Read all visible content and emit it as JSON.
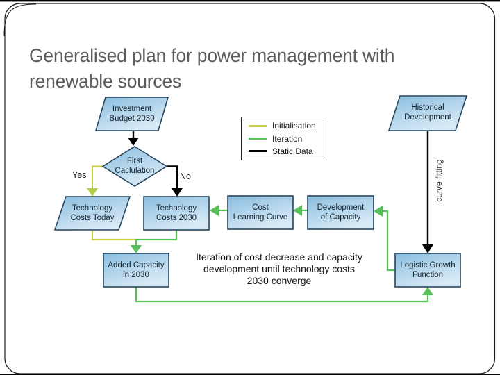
{
  "slide": {
    "title_line1": "Generalised plan for power management with",
    "title_line2": "renewable sources"
  },
  "legend": {
    "items": [
      {
        "label": "Initialisation",
        "color": "#ccd24f"
      },
      {
        "label": "Iteration",
        "color": "#57c05b"
      },
      {
        "label": "Static Data",
        "color": "#000000"
      }
    ]
  },
  "diagram": {
    "nodes": {
      "investment_budget": {
        "line1": "Investment",
        "line2": "Budget 2030",
        "shape": "parallelogram"
      },
      "first_calculation": {
        "line1": "First",
        "line2": "Caclulation",
        "shape": "diamond"
      },
      "historical_development": {
        "line1": "Historical",
        "line2": "Development",
        "shape": "parallelogram"
      },
      "tech_costs_today": {
        "line1": "Technology",
        "line2": "Costs Today",
        "shape": "parallelogram"
      },
      "tech_costs_2030": {
        "line1": "Technology",
        "line2": "Costs 2030",
        "shape": "rect"
      },
      "cost_learning_curve": {
        "line1": "Cost",
        "line2": "Learning Curve",
        "shape": "rect"
      },
      "development_capacity": {
        "line1": "Development",
        "line2": "of Capacity",
        "shape": "rect"
      },
      "logistic_growth": {
        "line1": "Logistic Growth",
        "line2": "Function",
        "shape": "rect"
      },
      "added_capacity": {
        "line1": "Added Capacity",
        "line2": "in 2030",
        "shape": "rect"
      }
    },
    "edge_labels": {
      "yes": "Yes",
      "no": "No",
      "curve_fitting": "curve fitting"
    },
    "annotation": {
      "line1": "Iteration of cost decrease and capacity",
      "line2": "development until technology costs",
      "line3": "2030 converge"
    },
    "colors": {
      "node_fill_top": "#8abddf",
      "node_fill_bottom": "#d8eaf6",
      "node_border": "#25455e",
      "initialisation_line": "#ccd24f",
      "iteration_line": "#57c05b",
      "static_line": "#000000",
      "title_text": "#5c5c5c"
    }
  }
}
